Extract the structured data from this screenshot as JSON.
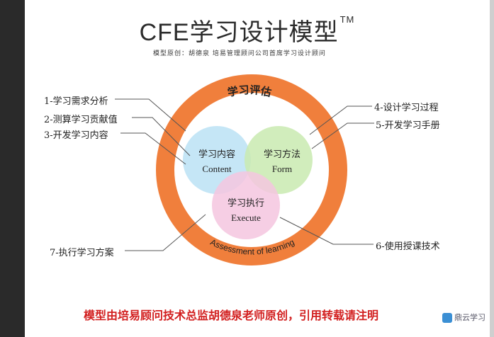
{
  "title": "CFE学习设计模型",
  "trademark": "TM",
  "subtitle": "模型原创：胡德泉 培易管理顾问公司首席学习设计顾问",
  "ring": {
    "top_label": "学习评估",
    "bottom_label": "Assessment of learning",
    "color": "#f07f3c"
  },
  "circles": {
    "content": {
      "cn": "学习内容",
      "en": "Content",
      "color": "#bfe3f5"
    },
    "form": {
      "cn": "学习方法",
      "en": "Form",
      "color": "#c9eab0"
    },
    "execute": {
      "cn": "学习执行",
      "en": "Execute",
      "color": "#f4c6df"
    }
  },
  "labels": {
    "l1": "1-学习需求分析",
    "l2": "2-测算学习贡献值",
    "l3": "3-开发学习内容",
    "l4": "4-设计学习过程",
    "l5": "5-开发学习手册",
    "l6": "6-使用授课技术",
    "l7": "7-执行学习方案"
  },
  "footer": "模型由培易顾问技术总监胡德泉老师原创，引用转载请注明",
  "watermark": "鼎云学习"
}
